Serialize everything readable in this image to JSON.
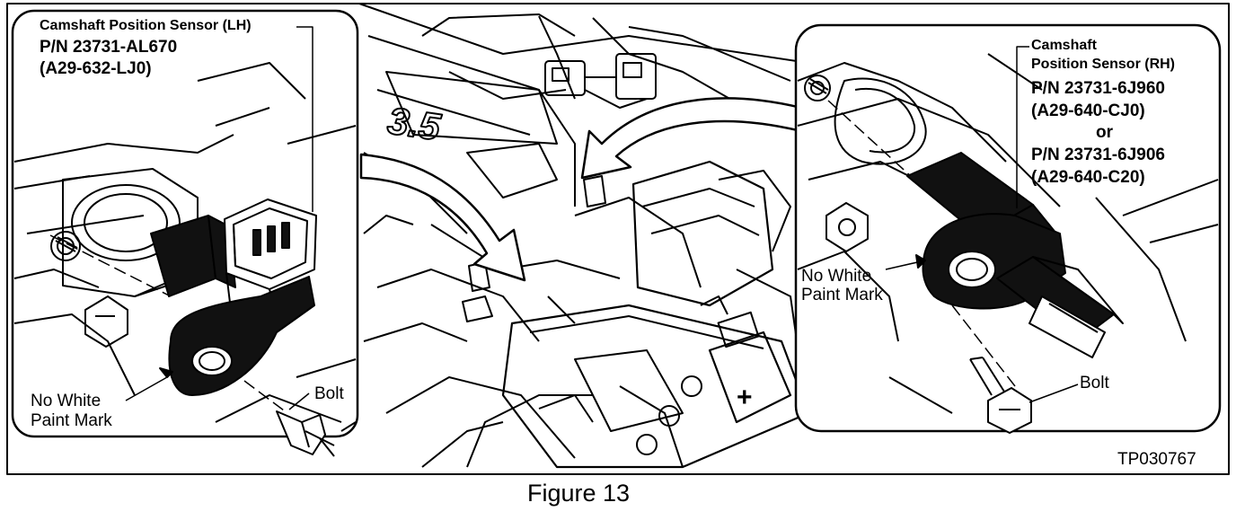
{
  "left_callouts": {
    "sensor_name": "Camshaft Position Sensor (LH)",
    "part_number": "P/N 23731-AL670",
    "alt_number": "(A29-632-LJ0)",
    "paint_mark_line1": "No White",
    "paint_mark_line2": "Paint Mark",
    "bolt": "Bolt"
  },
  "right_callouts": {
    "sensor_name_line1": "Camshaft",
    "sensor_name_line2": "Position Sensor (RH)",
    "part_number_1": "P/N 23731-6J960",
    "alt_number_1": "(A29-640-CJ0)",
    "or": "or",
    "part_number_2": "P/N 23731-6J906",
    "alt_number_2": "(A29-640-C20)",
    "paint_mark_line1": "No White",
    "paint_mark_line2": "Paint Mark",
    "bolt": "Bolt"
  },
  "engine_badge": "3.5",
  "battery_symbol": "+",
  "document_id": "TP030767",
  "caption": "Figure 13",
  "colors": {
    "ink": "#000000",
    "paper": "#ffffff",
    "sensor_fill": "#111111"
  }
}
